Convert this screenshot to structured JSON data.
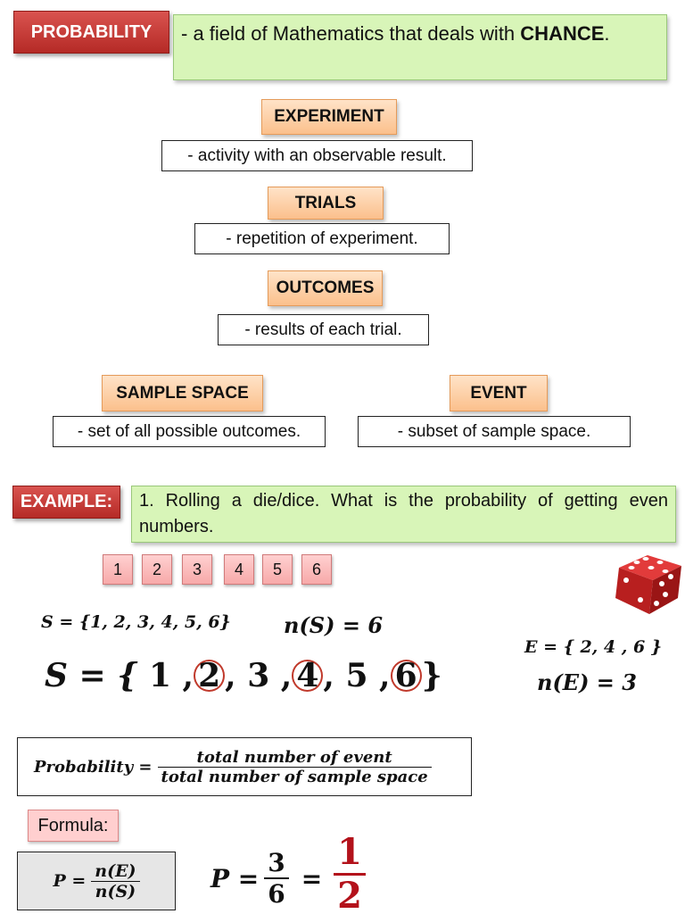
{
  "probability": {
    "tag": "PROBABILITY",
    "definition_prefix": "- a field of Mathematics that deals with",
    "definition_bold": "CHANCE",
    "definition_suffix": "."
  },
  "terms": {
    "experiment": {
      "label": "EXPERIMENT",
      "definition": "- activity with an observable result."
    },
    "trials": {
      "label": "TRIALS",
      "definition": "- repetition of experiment."
    },
    "outcomes": {
      "label": "OUTCOMES",
      "definition": "- results of each trial."
    },
    "sample_space": {
      "label": "SAMPLE SPACE",
      "definition": "- set of all possible outcomes."
    },
    "event": {
      "label": "EVENT",
      "definition": "- subset of sample space."
    }
  },
  "example": {
    "tag": "EXAMPLE:",
    "question": "1. Rolling a die/dice. What is the probability of  getting even numbers.",
    "numbers": [
      "1",
      "2",
      "3",
      "4",
      "5",
      "6"
    ]
  },
  "sets": {
    "s_small": "S = {1, 2, 3, 4, 5, 6}",
    "n_s": "n(S) = 6",
    "e_set": "E = { 2, 4 , 6 }",
    "n_e": "n(E) = 3",
    "s_large_prefix": "S = {",
    "s_large_1": "1 ,",
    "s_large_2": "2",
    "s_large_3": ", 3 ,",
    "s_large_4": "4",
    "s_large_5": ", 5 ,",
    "s_large_6": "6",
    "s_large_suffix": "}"
  },
  "definition_formula": {
    "lhs": "Probability =",
    "numerator": "total number of event",
    "denominator": "total number of sample space"
  },
  "formula": {
    "tag": "Formula:",
    "lhs": "P =",
    "numerator": "n(E)",
    "denominator": "n(S)"
  },
  "result": {
    "lhs": "P =",
    "numerator": "3",
    "denominator": "6",
    "equals": "=",
    "answer_numerator": "1",
    "answer_denominator": "2"
  },
  "colors": {
    "red_tag": "#c9302c",
    "green_box": "#d8f5b8",
    "orange_tag": "#fbc08c",
    "answer": "#b3121b"
  }
}
